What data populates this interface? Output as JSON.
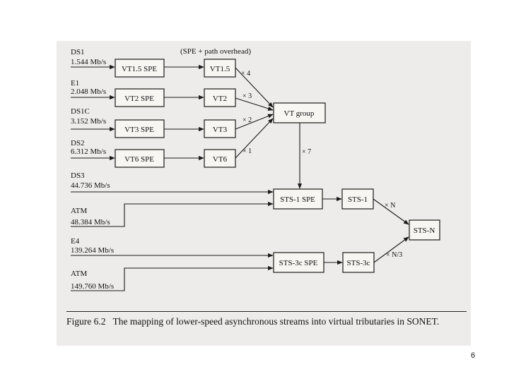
{
  "header_note": "(SPE + path overhead)",
  "inputs": [
    {
      "name": "DS1",
      "rate": "1.544 Mb/s"
    },
    {
      "name": "E1",
      "rate": "2.048 Mb/s"
    },
    {
      "name": "DS1C",
      "rate": "3.152 Mb/s"
    },
    {
      "name": "DS2",
      "rate": "6.312 Mb/s"
    },
    {
      "name": "DS3",
      "rate": "44.736 Mb/s"
    },
    {
      "name": "ATM",
      "rate": "48.384 Mb/s"
    },
    {
      "name": "E4",
      "rate": "139.264 Mb/s"
    },
    {
      "name": "ATM",
      "rate": "149.760 Mb/s"
    }
  ],
  "boxes": {
    "vt15_spe": "VT1.5 SPE",
    "vt2_spe": "VT2 SPE",
    "vt3_spe": "VT3 SPE",
    "vt6_spe": "VT6 SPE",
    "vt15": "VT1.5",
    "vt2": "VT2",
    "vt3": "VT3",
    "vt6": "VT6",
    "vt_group": "VT group",
    "sts1_spe": "STS-1 SPE",
    "sts1": "STS-1",
    "sts3c_spe": "STS-3c SPE",
    "sts3c": "STS-3c",
    "stsn": "STS-N"
  },
  "multipliers": {
    "vt15": "× 4",
    "vt2": "× 3",
    "vt3": "× 2",
    "vt6": "× 1",
    "vt_group": "× 7",
    "sts1": "× N",
    "sts3c": "× N/3"
  },
  "caption": {
    "figure_label": "Figure 6.2",
    "text": "The mapping of lower-speed asynchronous streams into virtual tributaries in SONET."
  },
  "page_number": "6"
}
